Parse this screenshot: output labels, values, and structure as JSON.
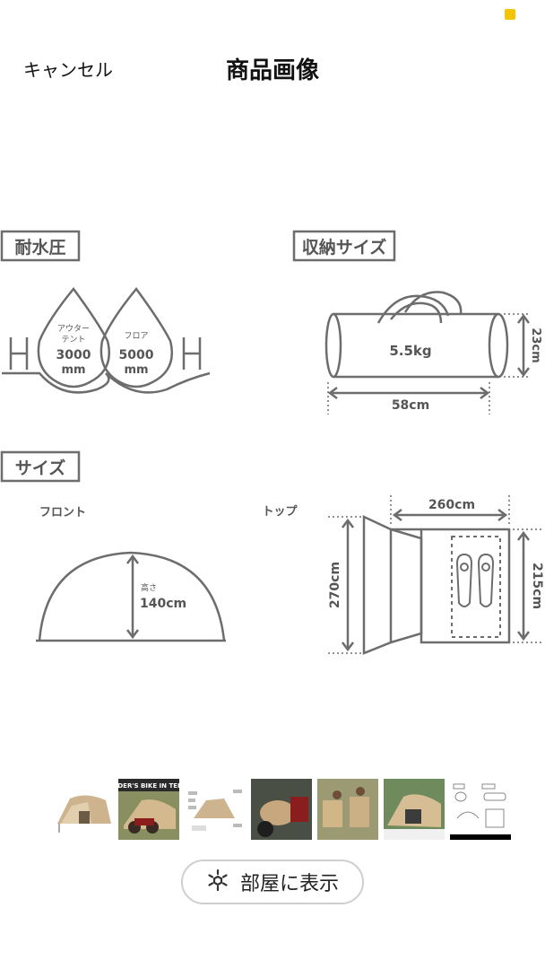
{
  "header": {
    "cancel_label": "キャンセル",
    "title": "商品画像"
  },
  "spec": {
    "waterproof": {
      "heading": "耐水圧",
      "outer_label": "アウター\nテント",
      "outer_value": "3000",
      "outer_unit": "mm",
      "floor_label": "フロア",
      "floor_value": "5000",
      "floor_unit": "mm"
    },
    "storage": {
      "heading": "収納サイズ",
      "weight": "5.5kg",
      "length": "58cm",
      "diameter": "23cm"
    },
    "size": {
      "heading": "サイズ",
      "front_label": "フロント",
      "height_label": "高さ",
      "height_value": "140cm",
      "top_label": "トップ",
      "top_width": "260cm",
      "top_depth": "270cm",
      "inner_depth": "215cm"
    }
  },
  "thumbnails": [
    {
      "name": "tent-photo"
    },
    {
      "name": "riders-bike-in-tent",
      "text": "RIDER'S BIKE IN TENT"
    },
    {
      "name": "parts-list"
    },
    {
      "name": "bike-luggage"
    },
    {
      "name": "people-setup"
    },
    {
      "name": "tent-interior"
    },
    {
      "name": "spec-diagram",
      "selected": true
    }
  ],
  "room_button": {
    "label": "部屋に表示",
    "icon": "ar-cube-icon"
  },
  "colors": {
    "accent": "#f5c400",
    "line": "#6d6d6d"
  }
}
